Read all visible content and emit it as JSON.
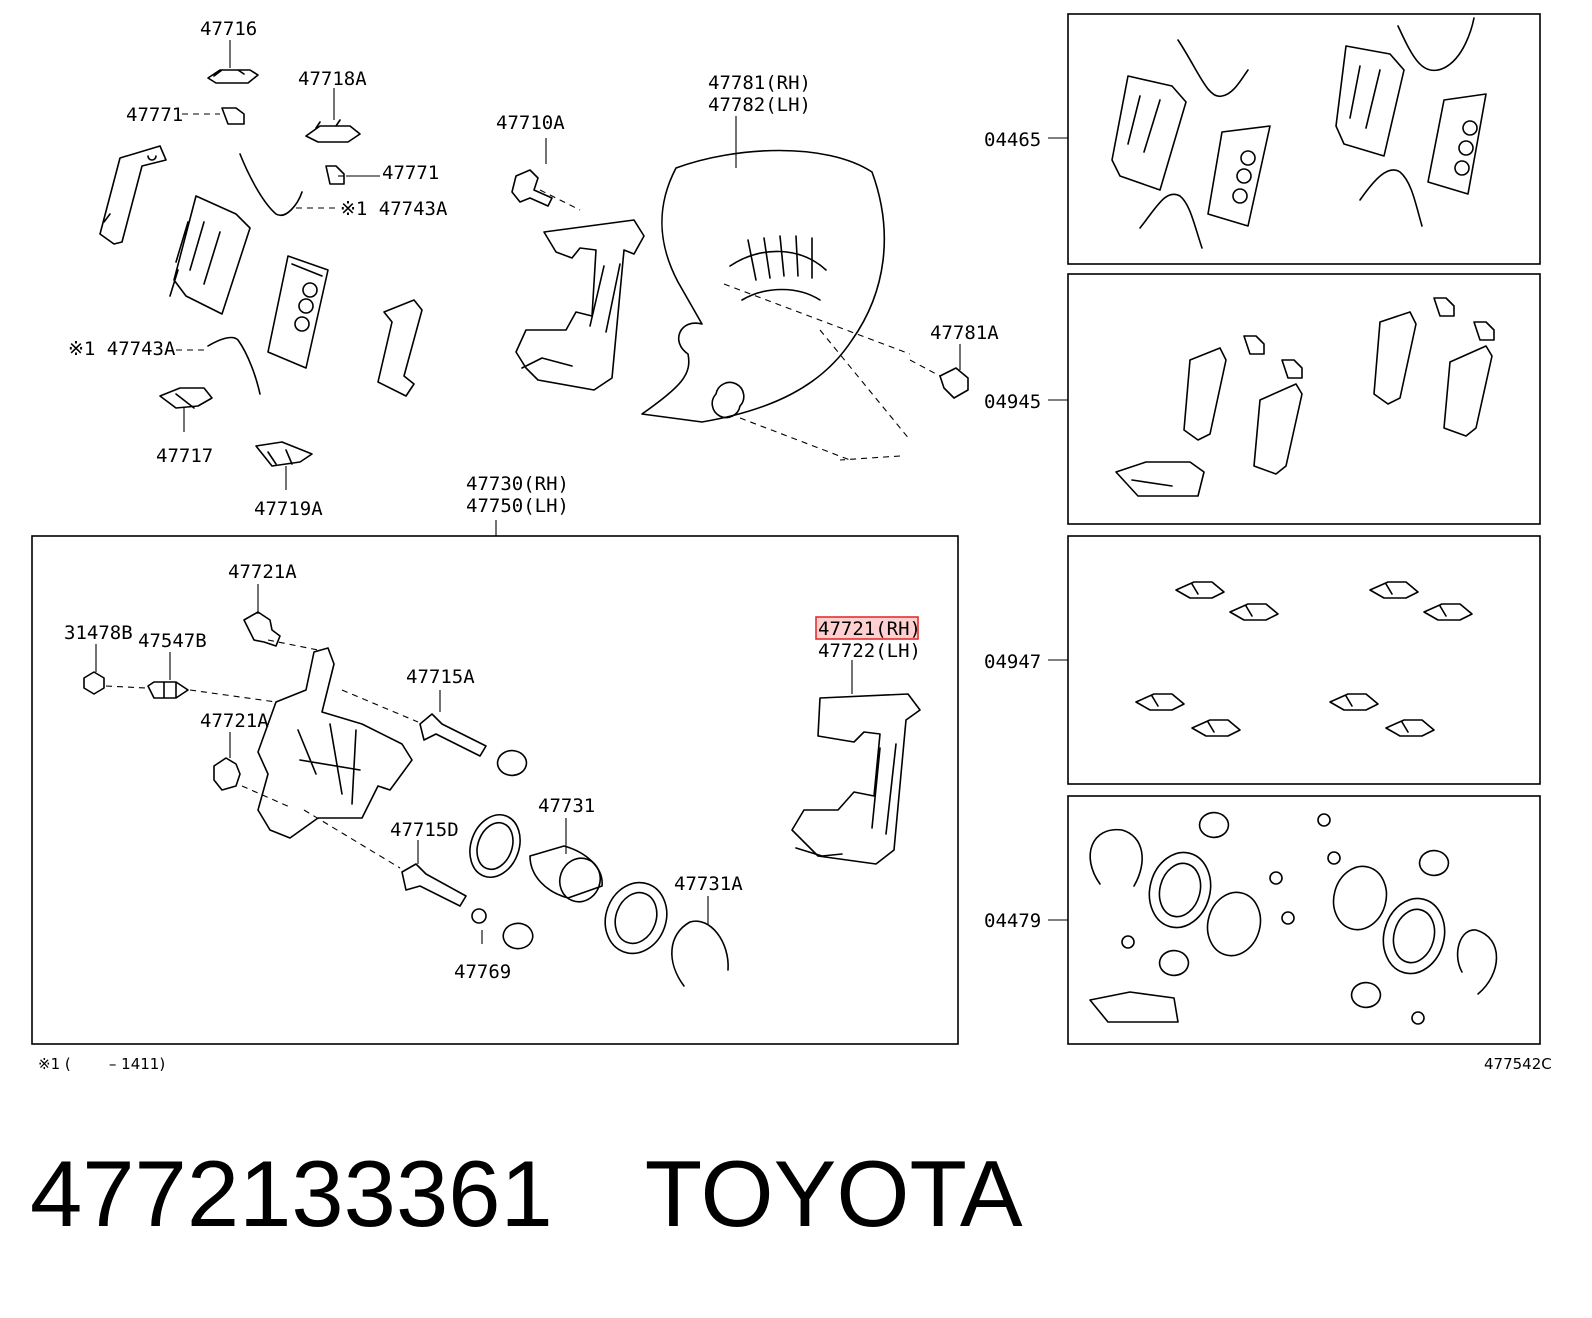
{
  "labels": {
    "l47716": "47716",
    "l47718A": "47718A",
    "l47771a": "47771",
    "l47771b": "47771",
    "l47743A_top": "※1 47743A",
    "l47743A_left": "※1 47743A",
    "l47717": "47717",
    "l47719A": "47719A",
    "l47710A": "47710A",
    "l47781": "47781(RH)",
    "l47782": "47782(LH)",
    "l47781A": "47781A",
    "l47730": "47730(RH)",
    "l47750": "47750(LH)",
    "l47721A_top": "47721A",
    "l31478B": "31478B",
    "l47547B": "47547B",
    "l47715A": "47715A",
    "l47721A_mid": "47721A",
    "l47715D": "47715D",
    "l47731": "47731",
    "l47731A": "47731A",
    "l47769": "47769",
    "l47721RH": "47721(RH)",
    "l47722LH": "47722(LH)",
    "l04465": "04465",
    "l04945": "04945",
    "l04947": "04947",
    "l04479": "04479",
    "note": "※1 (        – 1411)",
    "code": "477542C"
  },
  "footer": {
    "part_number": "4772133361",
    "brand": "TOYOTA"
  },
  "highlight_color": "#e23030"
}
